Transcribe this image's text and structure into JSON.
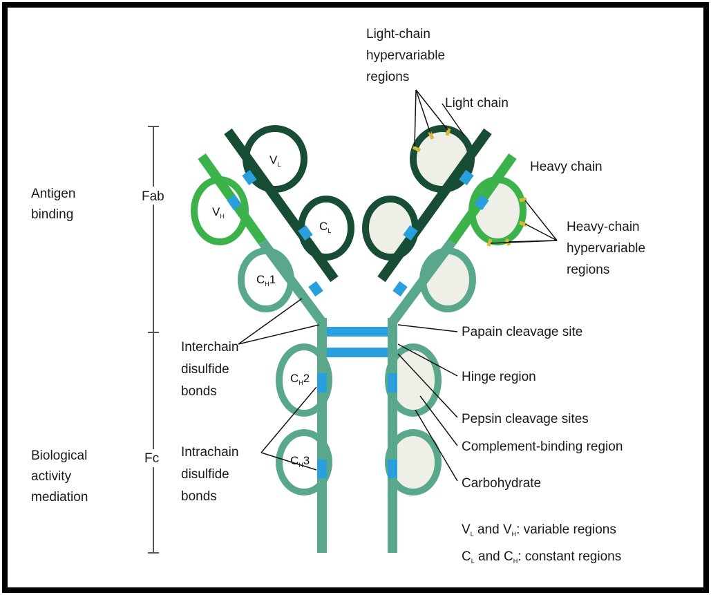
{
  "colors": {
    "border": "#000000",
    "heavy_chain_teal": "#5aa88c",
    "heavy_chain_green": "#3cb34a",
    "light_chain_dark": "#174d35",
    "disulfide_blue": "#2a9fdd",
    "hypervariable_yellow": "#d7b93a",
    "domain_fill": "#eef0e8"
  },
  "regions": {
    "fab": "Fab",
    "fc": "Fc"
  },
  "functions": {
    "antigen_binding": [
      "Antigen",
      "binding"
    ],
    "biological_activity": [
      "Biological",
      "activity",
      "mediation"
    ]
  },
  "domains": {
    "vl": {
      "base": "V",
      "sub": "L"
    },
    "cl": {
      "base": "C",
      "sub": "L"
    },
    "vh": {
      "base": "V",
      "sub": "H"
    },
    "ch1": {
      "base": "C",
      "sub": "H",
      "suffix": "1"
    },
    "ch2": {
      "base": "C",
      "sub": "H",
      "suffix": "2"
    },
    "ch3": {
      "base": "C",
      "sub": "H",
      "suffix": "3"
    }
  },
  "labels": {
    "light_hypervariable": [
      "Light-chain",
      "hypervariable",
      "regions"
    ],
    "light_chain": "Light chain",
    "heavy_chain": "Heavy chain",
    "heavy_hypervariable": [
      "Heavy-chain",
      "hypervariable",
      "regions"
    ],
    "papain": "Papain cleavage site",
    "hinge": "Hinge region",
    "pepsin": "Pepsin cleavage sites",
    "complement": "Complement-binding region",
    "carbohydrate": "Carbohydrate",
    "interchain": [
      "Interchain",
      "disulfide",
      "bonds"
    ],
    "intrachain": [
      "Intrachain",
      "disulfide",
      "bonds"
    ]
  },
  "legend": {
    "variable": {
      "a": "V",
      "a_sub": "L",
      "mid": " and V",
      "b_sub": "H",
      "rest": ": variable regions"
    },
    "constant": {
      "a": "C",
      "a_sub": "L",
      "mid": " and C",
      "b_sub": "H",
      "rest": ": constant regions"
    }
  }
}
